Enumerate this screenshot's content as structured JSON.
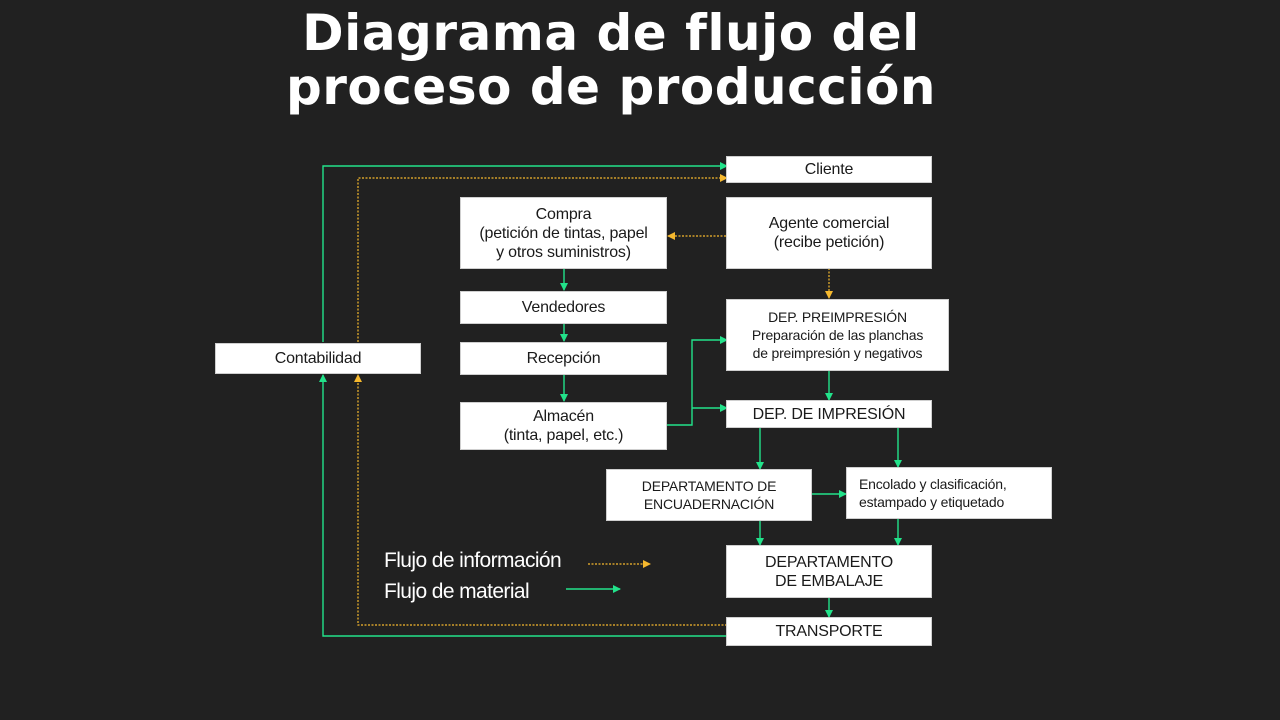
{
  "title": {
    "line1": "Diagrama de flujo del",
    "line2": "proceso de producción"
  },
  "boxes": {
    "cliente": [
      "Cliente"
    ],
    "agente": [
      "Agente comercial",
      "(recibe petición)"
    ],
    "compra": [
      "Compra",
      "(petición de tintas, papel",
      "y otros suministros)"
    ],
    "vendedores": [
      "Vendedores"
    ],
    "recepcion": [
      "Recepción"
    ],
    "almacen": [
      "Almacén",
      "(tinta, papel, etc.)"
    ],
    "contabilidad": [
      "Contabilidad"
    ],
    "preimpresion": [
      "DEP. PREIMPRESIÓN",
      "Preparación de las planchas",
      "de preimpresión y negativos"
    ],
    "impresion": [
      "DEP. DE IMPRESIÓN"
    ],
    "encuadernacion": [
      "DEPARTAMENTO DE",
      "ENCUADERNACIÓN"
    ],
    "encolado": [
      "Encolado y clasificación,",
      "estampado y etiquetado"
    ],
    "embalaje": [
      "DEPARTAMENTO",
      "DE EMBALAJE"
    ],
    "transporte": [
      "TRANSPORTE"
    ]
  },
  "legend": {
    "info": "Flujo de información",
    "material": "Flujo de material"
  },
  "colors": {
    "background": "#212121",
    "information_flow": "#f5b82e",
    "material_flow": "#22e28a"
  }
}
